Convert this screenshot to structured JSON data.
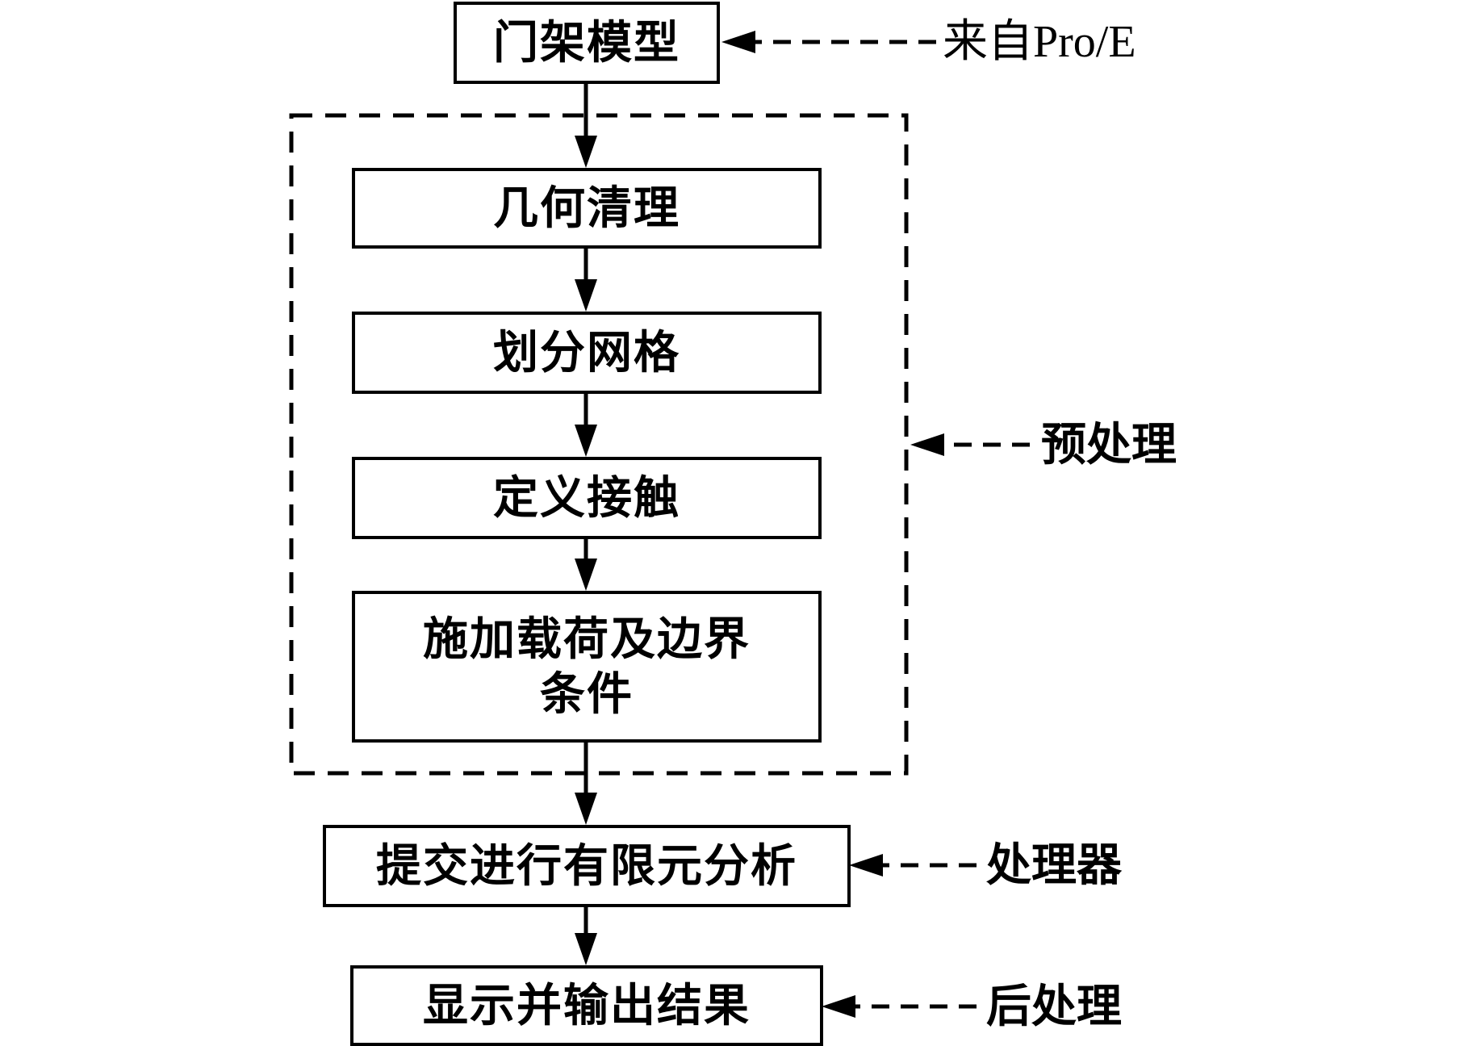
{
  "flowchart": {
    "steps": {
      "model": "门架模型",
      "geometry_cleanup": "几何清理",
      "meshing": "划分网格",
      "define_contact": "定义接触",
      "loads_boundary": "施加载荷及边界条件",
      "submit_analysis": "提交进行有限元分析",
      "display_output": "显示并输出结果"
    },
    "annotations": {
      "source": "来自Pro/E",
      "preprocessing": "预处理",
      "processor": "处理器",
      "postprocessing": "后处理"
    }
  }
}
